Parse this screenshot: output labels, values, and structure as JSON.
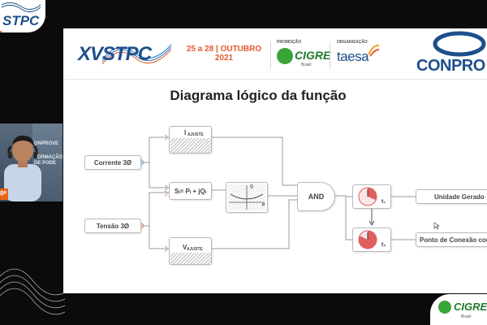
{
  "header": {
    "event_logo": "XVSTPC",
    "event_date_line1": "25 a 28 | OUTUBRO",
    "event_date_line2": "2021",
    "promo_label": "PROMOÇÃO",
    "org_label": "ORGANIZAÇÃO",
    "promoter": "CIGRE",
    "promoter_sub": "Brasil",
    "organizer": "taesa",
    "sponsor": "CONPRO"
  },
  "corner_logo_text": "STPC",
  "slide": {
    "title": "Diagrama lógico da função",
    "inputs": [
      "Corrente 3Ø",
      "Tensão 3Ø"
    ],
    "i_block": {
      "main": "I",
      "sub": "AJUSTE"
    },
    "s_block": {
      "text": "Sₗ= Pₗ + jQₗ"
    },
    "v_block": {
      "main": "V",
      "sub": "AJUSTE"
    },
    "pq_block": {
      "p": "P",
      "q": "Q"
    },
    "and_gate": "AND",
    "timer1": "t₁",
    "timer2": "t₂",
    "outputs": [
      "Unidade Gerado",
      "Ponto de Conexão com"
    ]
  },
  "webcam": {
    "name_tag": "ge",
    "banner_text": [
      "ONPROVE",
      "FORMAÇÃO",
      "DE PODE"
    ]
  },
  "bottom_logo": {
    "name": "CIGRE",
    "sub": "Brasil"
  },
  "colors": {
    "accent_orange": "#e8641b",
    "brand_blue": "#1d4f8a",
    "cigre_green": "#3aa536"
  }
}
